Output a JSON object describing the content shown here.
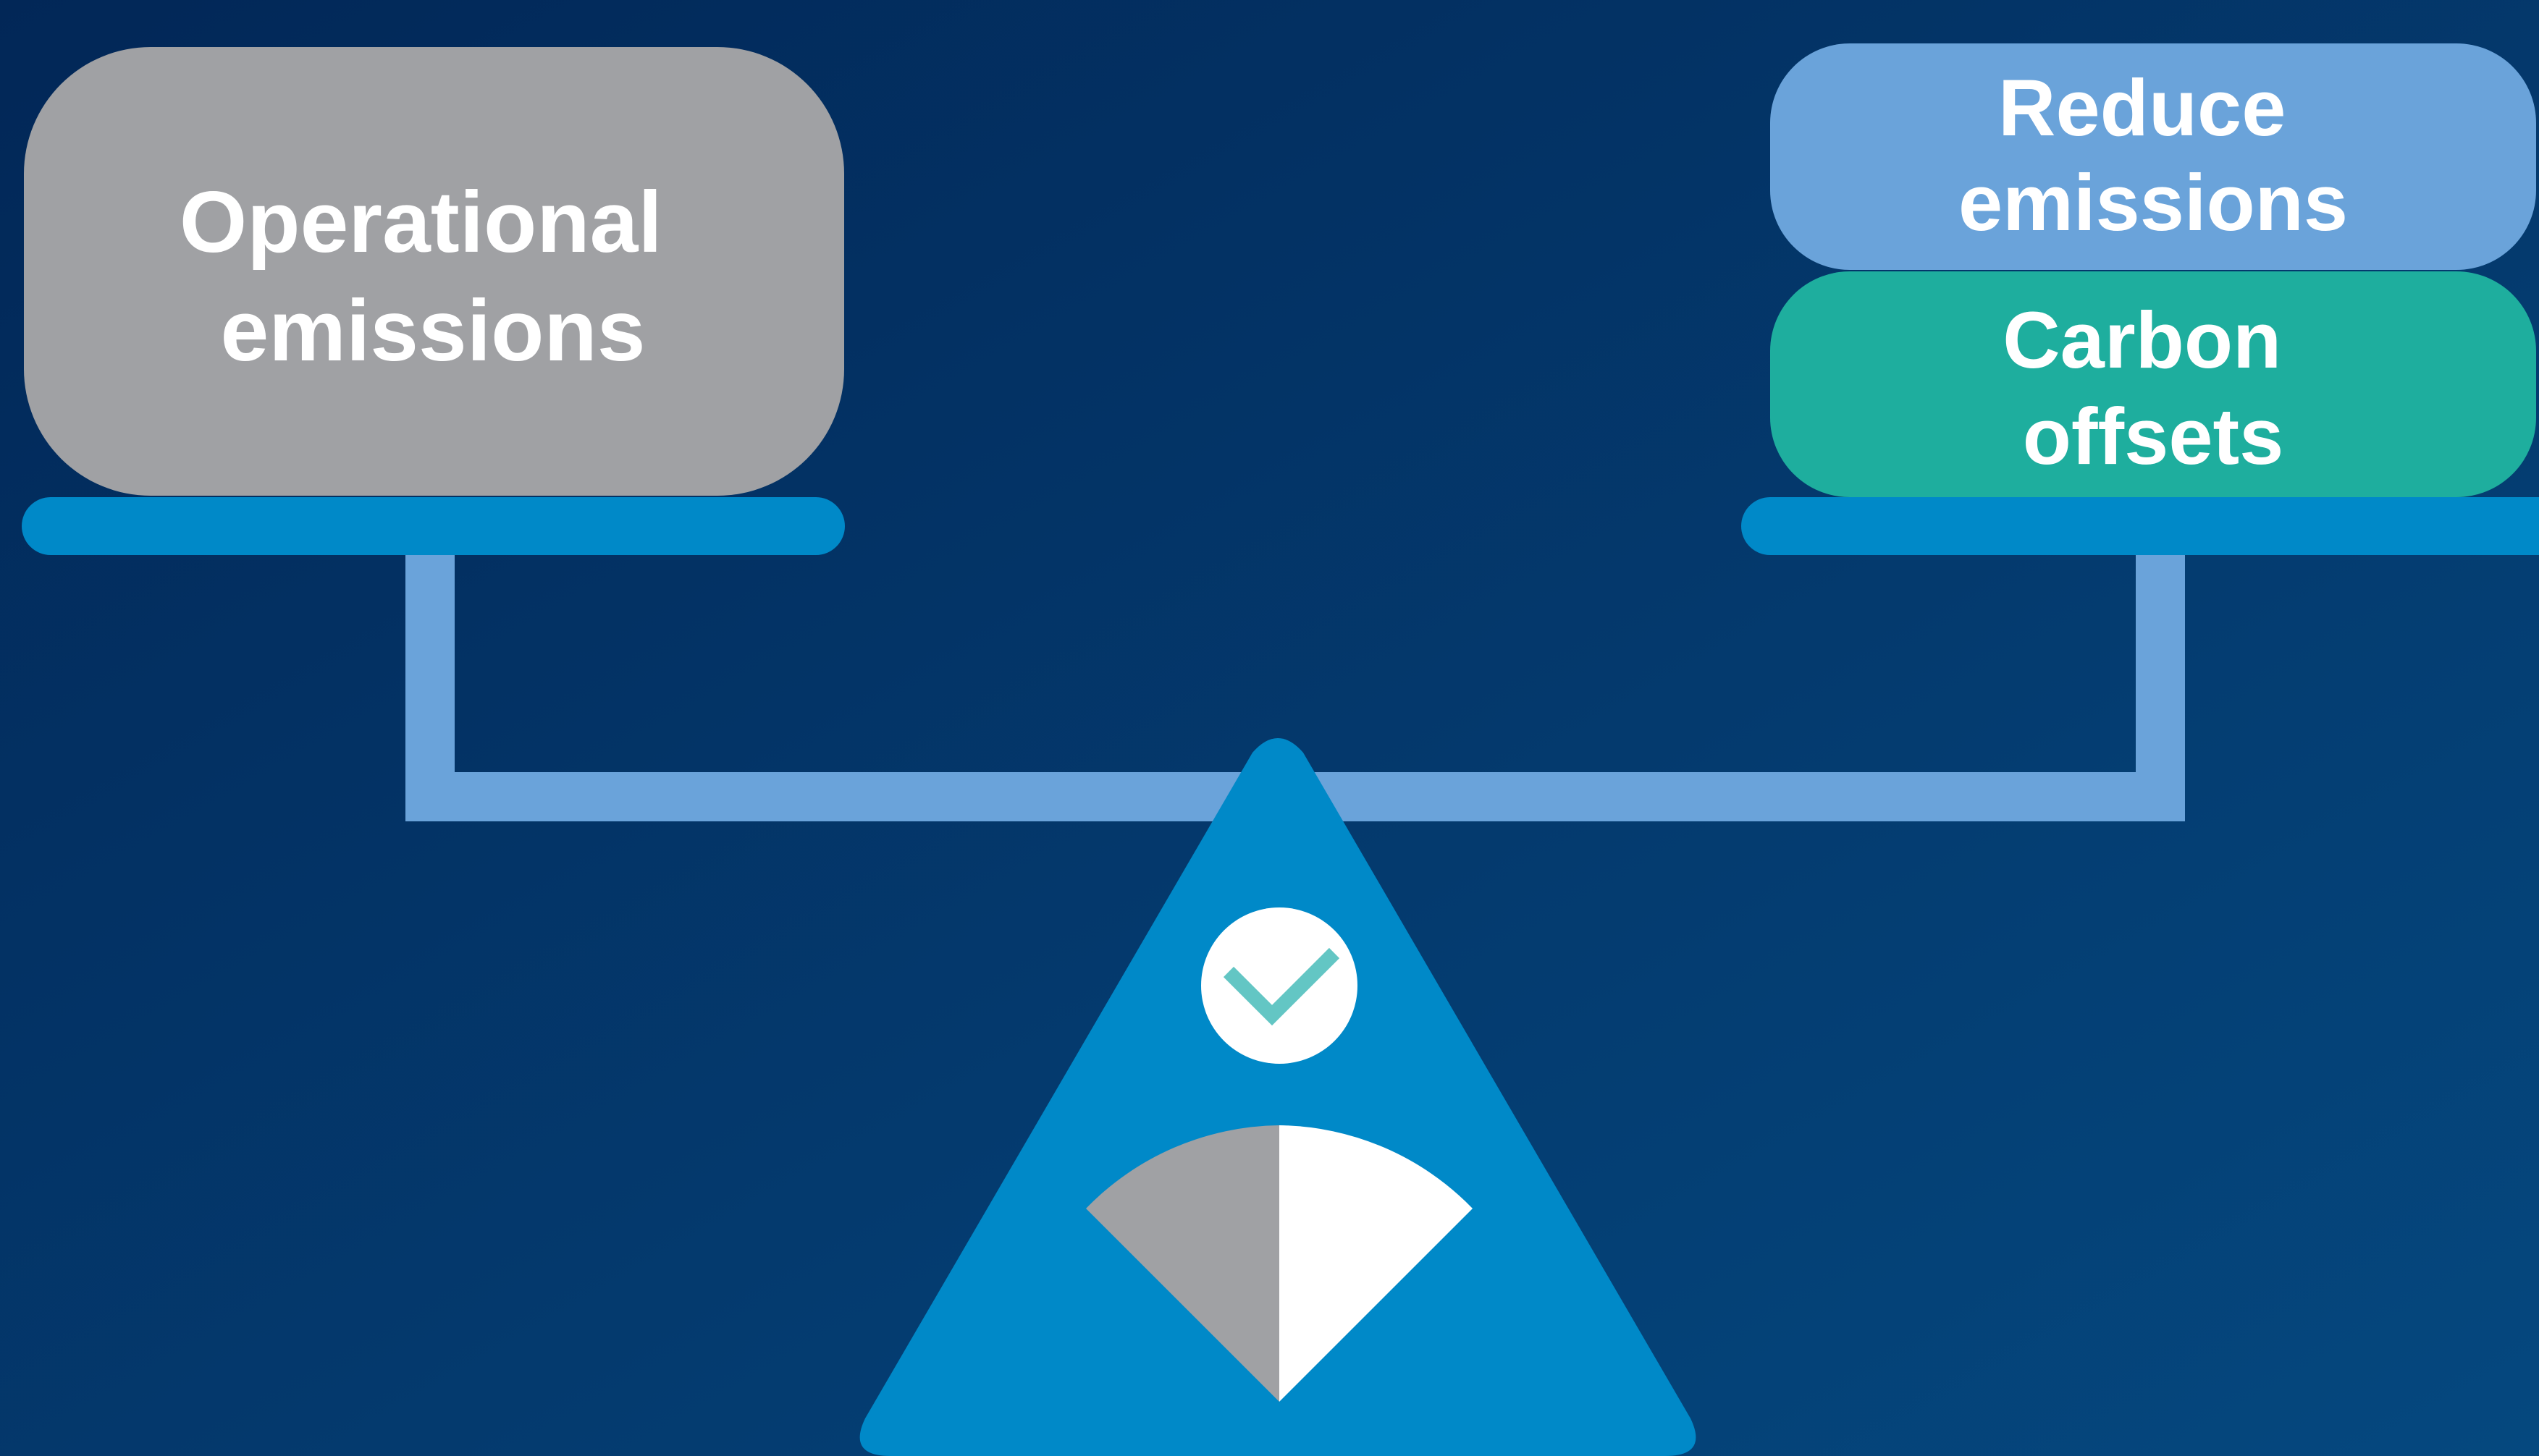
{
  "left_pan": {
    "box": {
      "line1": "Operational",
      "line2": "emissions",
      "color": "#a0a1a4"
    }
  },
  "right_pan": {
    "top_box": {
      "line1": "Reduce",
      "line2": "emissions",
      "color": "#6aa3da"
    },
    "bottom_box": {
      "line1": "Carbon",
      "line2": "offsets",
      "color": "#1eae9e"
    }
  },
  "colors": {
    "background_start": "#022757",
    "background_end": "#05487f",
    "beam": "#6aa3da",
    "pan": "#0089c8",
    "fulcrum": "#0089c8",
    "check": "#63c6c4",
    "gauge_left": "#a0a1a4",
    "gauge_right": "#ffffff"
  },
  "icons": {
    "fulcrum": "triangle-fulcrum",
    "badge": "check-icon",
    "gauge": "gauge-icon"
  }
}
